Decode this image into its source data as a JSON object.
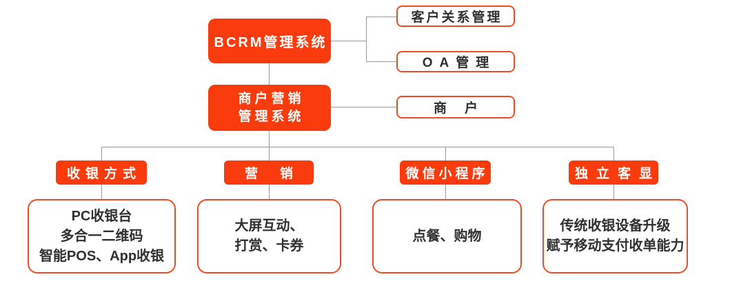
{
  "diagram": {
    "colors": {
      "accent": "#fa3b0e",
      "outline_border": "#f14b24",
      "connector_line": "#999999",
      "dark_text": "#303030"
    },
    "nodes": {
      "bcrm_system": "BCRM管理系统",
      "customer_relationship": "客户关系管理",
      "oa_management": "OA管理",
      "marketing_system_line1": "商户营销",
      "marketing_system_line2": "管理系统",
      "merchant": "商户"
    },
    "branches": [
      {
        "title": "收银方式",
        "items": [
          "PC收银台",
          "多合一二维码",
          "智能POS、App收银"
        ]
      },
      {
        "title": "营销",
        "items": [
          "大屏互动、",
          "打赏、卡券"
        ]
      },
      {
        "title": "微信小程序",
        "items": [
          "点餐、购物"
        ]
      },
      {
        "title": "独立客显",
        "items": [
          "传统收银设备升级",
          "赋予移动支付收单能力"
        ]
      }
    ]
  }
}
